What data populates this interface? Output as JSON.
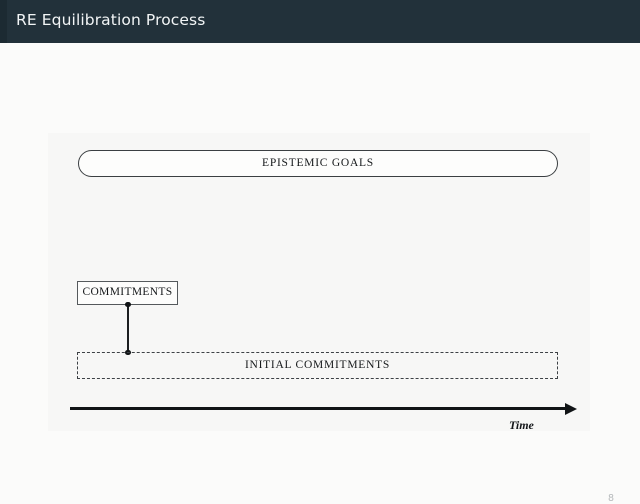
{
  "slide": {
    "header": {
      "title": "RE Equilibration Process",
      "background_color": "#22313a",
      "text_color": "#f2f5f6"
    },
    "page_number": "8",
    "background_color": "#fbfbfa"
  },
  "diagram": {
    "type": "process-timeline",
    "nodes": [
      {
        "id": "epistemic-goals",
        "label": "EPISTEMIC GOALS",
        "shape": "rounded-pill",
        "border": "solid",
        "border_color": "#3b3f42"
      },
      {
        "id": "commitments",
        "label": "COMMITMENTS",
        "shape": "rectangle",
        "border": "solid",
        "border_color": "#55595c"
      },
      {
        "id": "initial-commitments",
        "label": "INITIAL COMMITMENTS",
        "shape": "rectangle",
        "border": "dashed",
        "border_color": "#3d4145"
      }
    ],
    "connector": {
      "from": "commitments",
      "to": "initial-commitments",
      "style": "vertical-line-with-endpoint-dots",
      "color": "#111416"
    },
    "axis": {
      "label": "Time",
      "direction": "left-to-right",
      "arrow": true,
      "color": "#111416"
    }
  }
}
